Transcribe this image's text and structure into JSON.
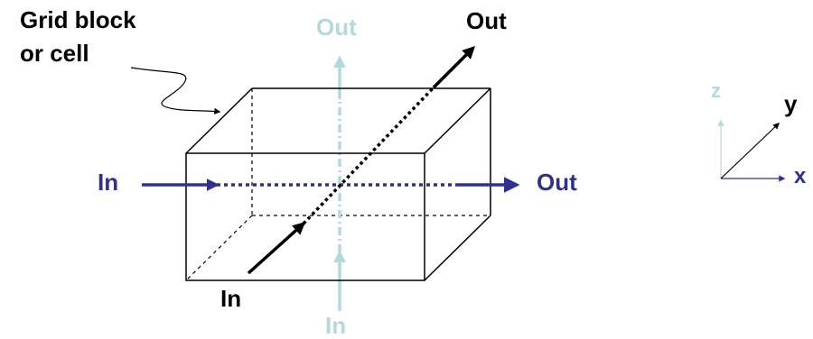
{
  "callout": {
    "line1": "Grid block",
    "line2": "or cell"
  },
  "flows": {
    "x": {
      "in_label": "In",
      "out_label": "Out"
    },
    "y": {
      "in_label": "In",
      "out_label": "Out"
    },
    "z": {
      "in_label": "In",
      "out_label": "Out"
    }
  },
  "axes": {
    "x_label": "x",
    "y_label": "y",
    "z_label": "z"
  },
  "colors": {
    "x_flow": "#2e3192",
    "y_flow": "#000000",
    "z_flow": "#b3d9dc",
    "cube_edges": "#000000"
  }
}
